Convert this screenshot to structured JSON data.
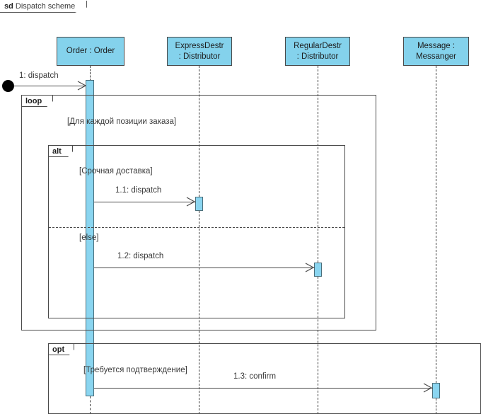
{
  "diagram": {
    "kind_keyword": "sd",
    "title": "Dispatch scheme",
    "colors": {
      "lifeline_fill": "#84D2EC",
      "activation_fill": "#8AD5F0",
      "line": "#4a4a4a",
      "text": "#3a3a3a"
    }
  },
  "lifelines": [
    {
      "id": "order",
      "line1": "Order : Order",
      "line2": ""
    },
    {
      "id": "express",
      "line1": "ExpressDestr",
      "line2": ": Distributor"
    },
    {
      "id": "regular",
      "line1": "RegularDestr",
      "line2": ": Distributor"
    },
    {
      "id": "messenger",
      "line1": "Message :",
      "line2": "Messanger"
    }
  ],
  "messages": [
    {
      "id": "m1",
      "label": "1: dispatch",
      "from": "found",
      "to": "order"
    },
    {
      "id": "m1_1",
      "label": "1.1: dispatch",
      "from": "order",
      "to": "express"
    },
    {
      "id": "m1_2",
      "label": "1.2: dispatch",
      "from": "order",
      "to": "regular"
    },
    {
      "id": "m1_3",
      "label": "1.3: confirm",
      "from": "order",
      "to": "messenger"
    }
  ],
  "fragments": [
    {
      "id": "loop",
      "operator": "loop",
      "guards": [
        "[Для каждой позиции заказа]"
      ]
    },
    {
      "id": "alt",
      "operator": "alt",
      "guards": [
        "[Срочная доставка]",
        "[else]"
      ]
    },
    {
      "id": "opt",
      "operator": "opt",
      "guards": [
        "[Требуется подтверждение]"
      ]
    }
  ]
}
